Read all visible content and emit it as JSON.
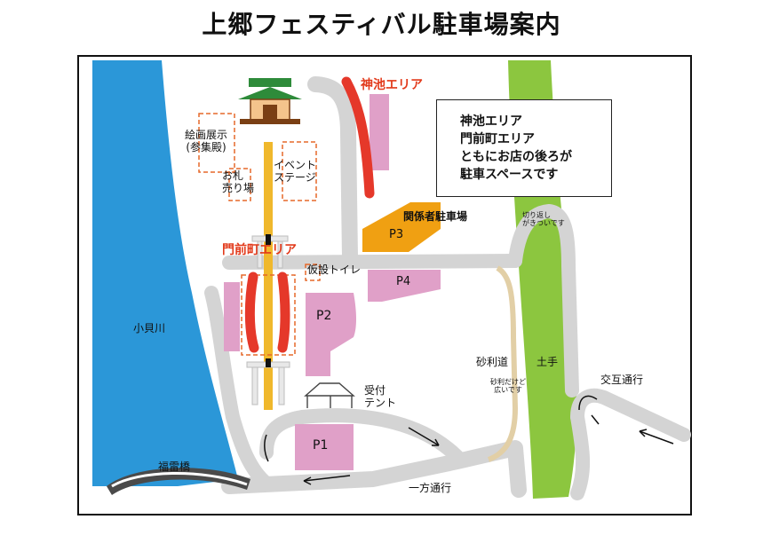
{
  "title": "上郷フェスティバル駐車場案内",
  "areas": {
    "kamiike": "神池エリア",
    "monzen": "門前町エリア"
  },
  "note_lines": [
    "神池エリア",
    "門前町エリア",
    "ともにお店の後ろが",
    "駐車スペースです"
  ],
  "parking": {
    "p1": "P1",
    "p2": "P2",
    "p3": "P3",
    "p4": "P4",
    "staff": "関係者駐車場"
  },
  "facilities": {
    "exhibit": [
      "絵画展示",
      "(参集殿)"
    ],
    "amulet": [
      "お札",
      "売り場"
    ],
    "stage": [
      "イベント",
      "ステージ"
    ],
    "toilet": "仮設トイレ",
    "reception": [
      "受付",
      "テント"
    ]
  },
  "features": {
    "river": "小貝川",
    "bridge": "福雷橋",
    "gravel_road": "砂利道",
    "embankment": "土手",
    "gravel_note": [
      "砂利だけど",
      "広いです"
    ],
    "turnaround_note": [
      "切り返し",
      "がきついです"
    ],
    "one_way": "一方通行",
    "two_way": "交互通行"
  },
  "colors": {
    "river": "#2b97d8",
    "embankment": "#8cc63f",
    "parking": "#e0a0c8",
    "staff_parking": "#f0a012",
    "shop_area": "#e5382a",
    "road": "#d4d4d4",
    "gravel": "#e2cfa6",
    "approach": "#f0b82c"
  },
  "icons": [
    "shrine-icon",
    "torii-icon",
    "tent-icon",
    "one-way-arrow-icon"
  ]
}
